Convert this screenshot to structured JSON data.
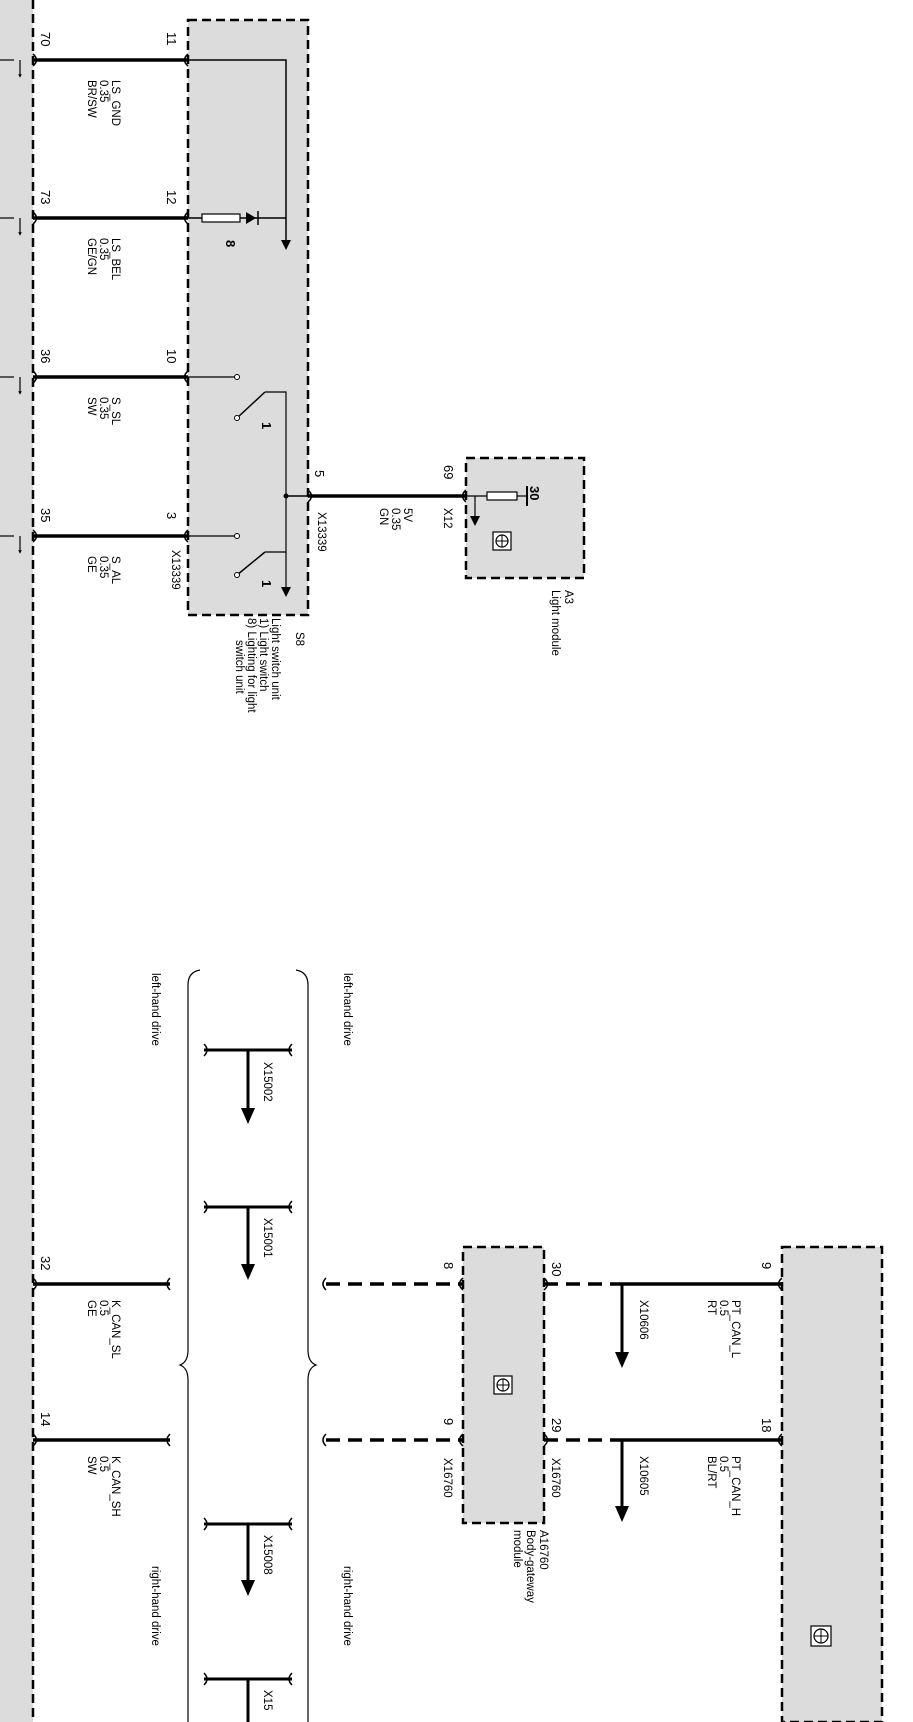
{
  "colors": {
    "box_fill": "#dcdcdc",
    "line": "#000000"
  },
  "pins": {
    "p70": "70",
    "p11": "11",
    "p73": "73",
    "p12": "12",
    "p36": "36",
    "p10": "10",
    "p35": "35",
    "p3": "3",
    "p5": "5",
    "p69": "69",
    "p32": "32",
    "p14": "14",
    "p8": "8",
    "p30": "30",
    "p9a": "9",
    "p9b": "9",
    "p29": "29",
    "p18": "18",
    "p30b": "30"
  },
  "wires": {
    "w1": {
      "signal": "LS_GND",
      "size": "0.35",
      "color": "BR/SW"
    },
    "w2": {
      "signal": "LS_BEL",
      "size": "0.35",
      "color": "GE/GN"
    },
    "w3": {
      "signal": "S_SL",
      "size": "0.35",
      "color": "SW"
    },
    "w4": {
      "signal": "S_AL",
      "size": "0.35",
      "color": "GE"
    },
    "w5": {
      "signal": "5V",
      "size": "0.35",
      "color": "GN"
    },
    "w6": {
      "signal": "K_CAN_SL",
      "size": "0.5",
      "color": "GE"
    },
    "w7": {
      "signal": "K_CAN_SH",
      "size": "0.5",
      "color": "SW"
    },
    "w8": {
      "signal": "PT_CAN_L",
      "size": "0.5",
      "color": "RT"
    },
    "w9": {
      "signal": "PT_CAN_H",
      "size": "0.5",
      "color": "BL/RT"
    }
  },
  "connectors": {
    "c1": "X13339",
    "c2": "X13339",
    "c3": "X12",
    "c4": "X15002",
    "c5": "X15001",
    "c6": "X15008",
    "c7": "X15",
    "c8": "X10606",
    "c9": "X10605",
    "c10": "X16760",
    "c11": "X16760"
  },
  "components": {
    "s8": {
      "id": "S8",
      "desc1": "Light switch unit",
      "desc2": "1) Light switch",
      "desc3": "8) Lighting for light",
      "desc4": "switch unit",
      "num1a": "1",
      "num1b": "1",
      "num8": "8"
    },
    "a3": {
      "id": "A3",
      "desc": "Light module"
    },
    "a16760": {
      "id": "A16760",
      "desc1": "Body-gateway",
      "desc2": "module"
    }
  },
  "labels": {
    "lhd_outer": "left-hand drive",
    "lhd_inner": "left-hand drive",
    "rhd_outer": "right-hand drive",
    "rhd_inner": "right-hand drive"
  }
}
